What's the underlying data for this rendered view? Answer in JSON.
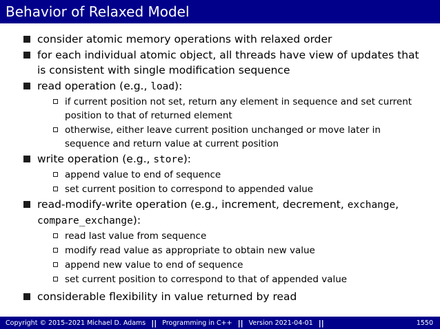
{
  "title": "Behavior of Relaxed Model",
  "bullets": {
    "b1": "consider atomic memory operations with relaxed order",
    "b2": "for each individual atomic object, all threads have view of updates that is consistent with single modification sequence",
    "b3_pre": "read operation (e.g., ",
    "b3_code": "load",
    "b3_post": "):",
    "b3_s1": "if current position not set, return any element in sequence and set current position to that of returned element",
    "b3_s2": "otherwise, either leave current position unchanged or move later in sequence and return value at current position",
    "b4_pre": "write operation (e.g., ",
    "b4_code": "store",
    "b4_post": "):",
    "b4_s1": "append value to end of sequence",
    "b4_s2": "set current position to correspond to appended value",
    "b5_pre": "read-modify-write operation (e.g., increment, decrement, ",
    "b5_code1": "exchange",
    "b5_mid": ", ",
    "b5_code2": "compare_exchange",
    "b5_post": "):",
    "b5_s1": "read last value from sequence",
    "b5_s2": "modify read value as appropriate to obtain new value",
    "b5_s3": "append new value to end of sequence",
    "b5_s4": "set current position to correspond to that of appended value",
    "b6": "considerable flexibility in value returned by read"
  },
  "footer": {
    "copyright": "Copyright © 2015–2021 Michael D. Adams",
    "course": "Programming in C++",
    "version": "Version 2021-04-01",
    "separator": "||",
    "page": "1550"
  },
  "colors": {
    "bar": "#00008b",
    "text": "#000000",
    "bar_text": "#ffffff"
  }
}
